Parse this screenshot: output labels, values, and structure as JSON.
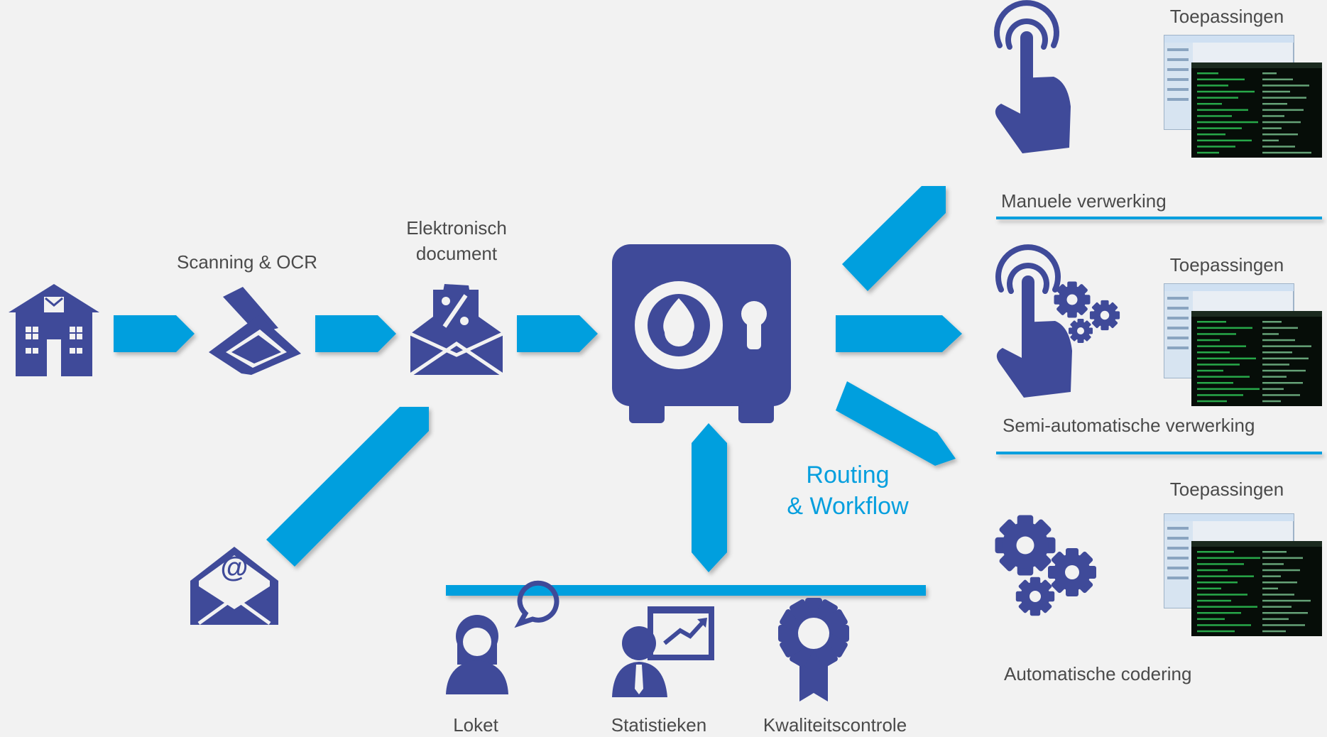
{
  "colors": {
    "background": "#f2f2f2",
    "icon": "#3f4a99",
    "arrow": "#069fde",
    "routing_text": "#069fde",
    "label_text": "#4a4a4a",
    "screen_dark": "#060d08",
    "screen_text": "#2fd05a"
  },
  "icons": {
    "building": "building-icon",
    "scanner": "scanner-icon",
    "electronic_document": "envelope-percent-icon",
    "email": "email-at-icon",
    "vault": "safe-icon",
    "manual": "touch-hand-icon",
    "semi_automatic": "touch-hand-gears-icon",
    "automatic": "gears-icon",
    "counter": "woman-speech-icon",
    "statistics": "presenter-chart-icon",
    "quality": "badge-ribbon-icon"
  },
  "labels": {
    "scanning": "Scanning & OCR",
    "electronic_line1": "Elektronisch",
    "electronic_line2": "document",
    "routing_line1": "Routing",
    "routing_line2": "& Workflow",
    "applications_1": "Toepassingen",
    "applications_2": "Toepassingen",
    "applications_3": "Toepassingen",
    "manual": "Manuele  verwerking",
    "semi_automatic": "Semi-automatische verwerking",
    "automatic": "Automatische  codering",
    "counter": "Loket",
    "statistics": "Statistieken",
    "quality": "Kwaliteitscontrole"
  }
}
